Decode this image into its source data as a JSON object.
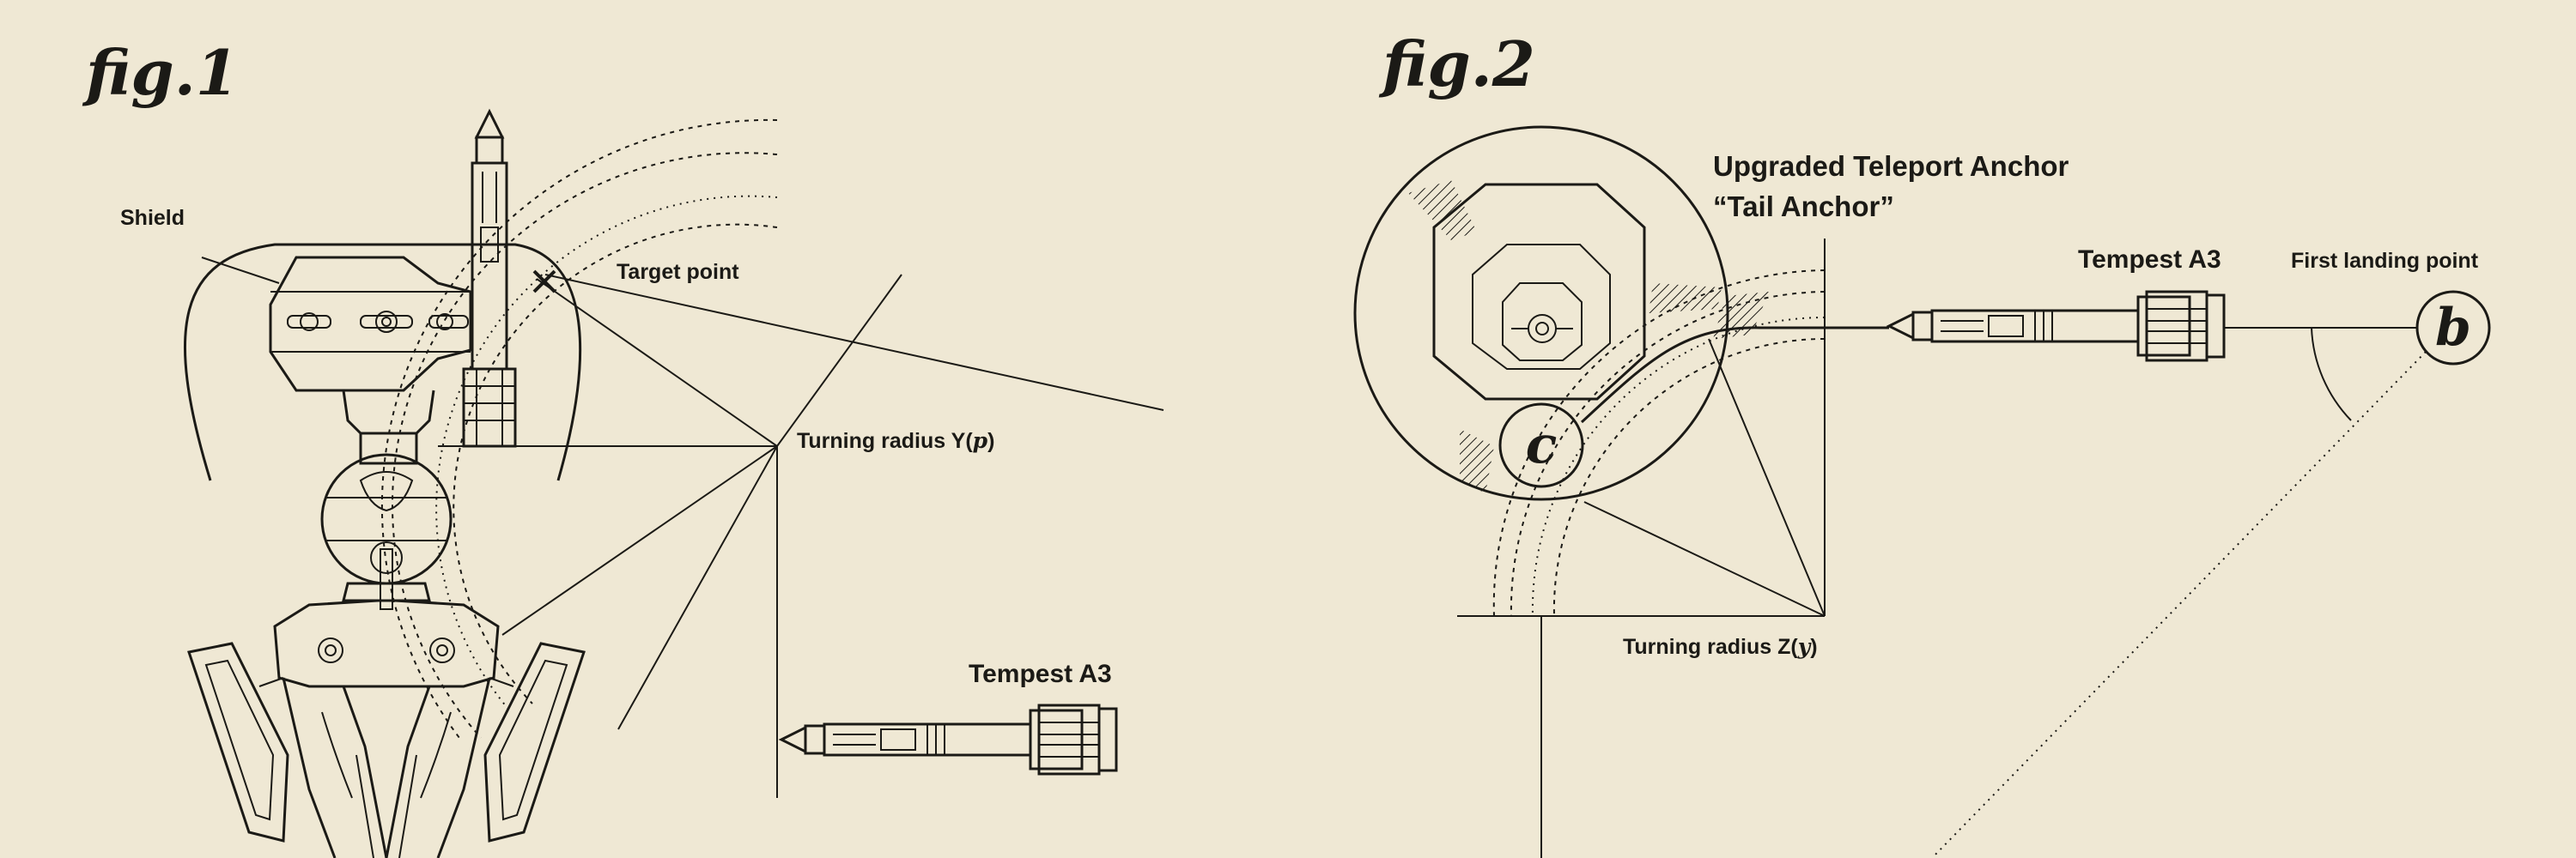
{
  "fig1": {
    "title": "fig.1",
    "labels": {
      "shield": "Shield",
      "target_point": "Target point",
      "turning_radius_prefix": "Turning radius Y(",
      "turning_radius_var": "p",
      "turning_radius_suffix": ")",
      "missile": "Tempest A3"
    }
  },
  "fig2": {
    "title": "fig.2",
    "labels": {
      "anchor_line1": "Upgraded Teleport Anchor",
      "anchor_line2": "“Tail Anchor”",
      "missile": "Tempest A3",
      "first_landing": "First landing point",
      "turning_radius_prefix": "Turning radius Z(",
      "turning_radius_var": "y",
      "turning_radius_suffix": ")",
      "point_b": "b",
      "point_c": "c"
    }
  }
}
